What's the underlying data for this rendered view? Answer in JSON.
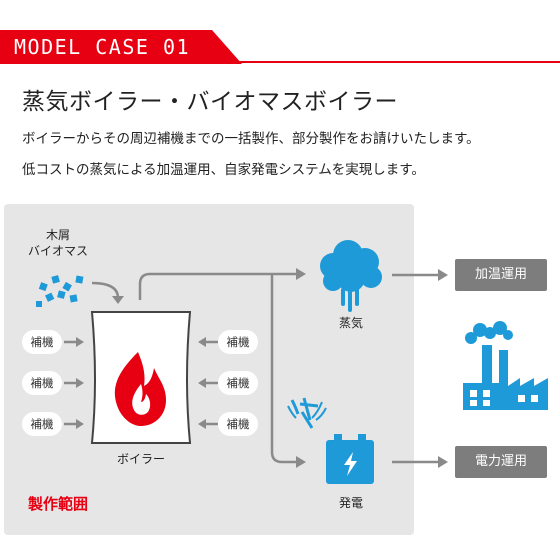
{
  "header": {
    "banner": "MODEL CASE 01",
    "title": "蒸気ボイラー・バイオマスボイラー"
  },
  "description": [
    "ボイラーからその周辺補機までの一括製作、部分製作をお請けいたします。",
    "低コストの蒸気による加温運用、自家発電システムを実現します。"
  ],
  "diagram": {
    "fuel_label_1": "木屑",
    "fuel_label_2": "バイオマス",
    "aux_label": "補機",
    "boiler_label": "ボイラー",
    "steam_label": "蒸気",
    "power_label": "発電",
    "heating_label": "加温運用",
    "electric_label": "電力運用",
    "scope_label": "製作範囲"
  },
  "colors": {
    "accent": "#e60012",
    "blue": "#1e9ad8",
    "gray_box": "#7d7d7d",
    "panel": "#e6e6e6"
  },
  "icons": [
    "wood-chip-icon",
    "flame-icon",
    "steam-cloud-icon",
    "battery-icon",
    "wind-turbine-icon",
    "factory-icon"
  ]
}
